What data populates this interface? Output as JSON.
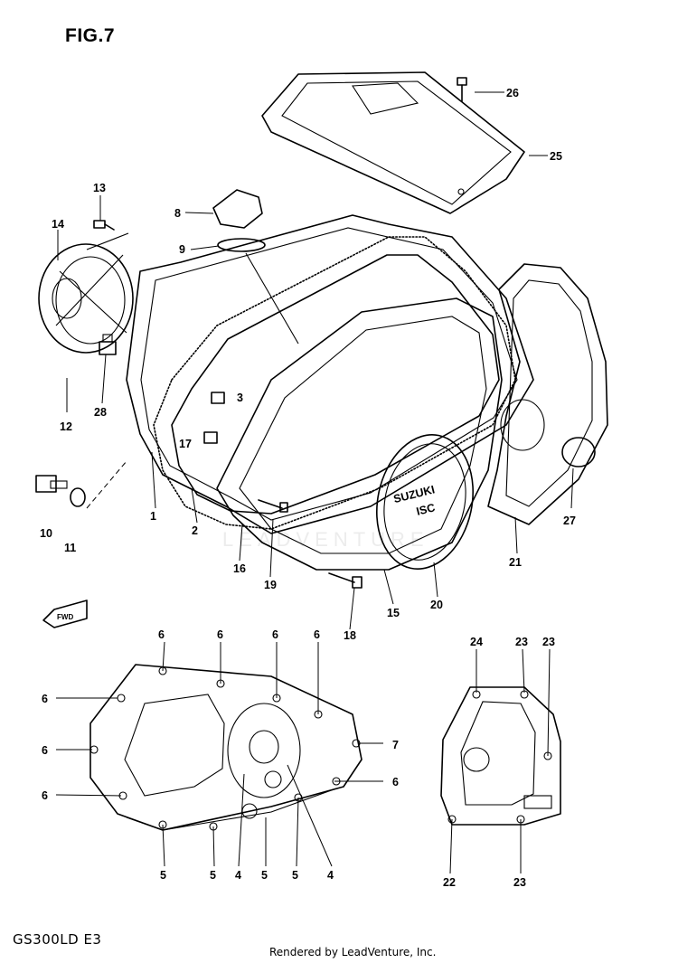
{
  "figure_title": "FIG.7",
  "model_code": "GS300LD E3",
  "rendered_by": "Rendered by LeadVenture, Inc.",
  "cover_logo": {
    "line1": "SUZUKI",
    "line2": "ISC"
  },
  "direction_marker": "FWD",
  "watermark": "LEADVENTURE",
  "callouts": {
    "c1": "1",
    "c2": "2",
    "c3": "3",
    "c7": "7",
    "c8": "8",
    "c9": "9",
    "c10": "10",
    "c11": "11",
    "c12": "12",
    "c13": "13",
    "c14": "14",
    "c15": "15",
    "c16": "16",
    "c17": "17",
    "c18": "18",
    "c19": "19",
    "c20": "20",
    "c21": "21",
    "c22": "22",
    "c24": "24",
    "c25": "25",
    "c26": "26",
    "c27": "27",
    "c28": "28",
    "c6a": "6",
    "c6b": "6",
    "c6c": "6",
    "c6d": "6",
    "c6e": "6",
    "c6f": "6",
    "c6g": "6",
    "c6h": "6",
    "c5a": "5",
    "c5b": "5",
    "c5c": "5",
    "c5d": "5",
    "c4a": "4",
    "c4b": "4",
    "c23a": "23",
    "c23b": "23",
    "c23c": "23"
  }
}
